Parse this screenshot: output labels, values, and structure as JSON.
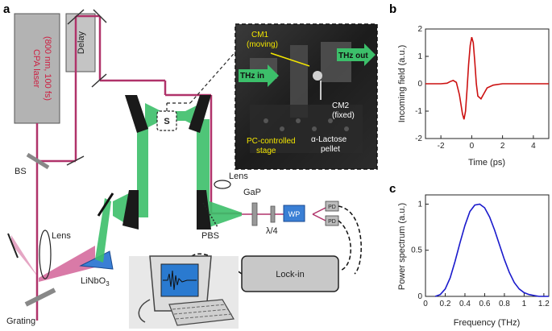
{
  "panel_a": {
    "letter": "a",
    "laser": "CPA laser",
    "laser_spec": "(800 nm, 100 fs)",
    "delay": "Delay",
    "bs": "BS",
    "lens_left": "Lens",
    "grating": "Grating",
    "crystal_base": "LiNbO",
    "crystal_sub": "3",
    "sample": "S",
    "lens_right": "Lens",
    "gap": "GaP",
    "pbs": "PBS",
    "quarter_wave": "λ/4",
    "wp": "WP",
    "pd1": "PD",
    "pd2": "PD",
    "lockin": "Lock-in",
    "photo": {
      "cm1": "CM1",
      "cm1_sub": "(moving)",
      "thz_in": "THz in",
      "thz_out": "THz out",
      "cm2": "CM2",
      "cm2_sub": "(fixed)",
      "stage": "PC-controlled",
      "stage2": "stage",
      "lactose": "α-Lactose",
      "lactose2": "pellet"
    }
  },
  "colors": {
    "laser_beam": "#b0336a",
    "thz_beam": "#3cbf6a",
    "red_curve": "#cc1111",
    "blue_curve": "#1a1acc",
    "yellow_label": "#f3e600",
    "wp_fill": "#3a7fd5"
  },
  "chart_data": [
    {
      "panel": "b",
      "type": "line",
      "xlabel": "Time (ps)",
      "ylabel": "Incoming field (a.u.)",
      "xlim": [
        -3,
        5
      ],
      "ylim": [
        -2,
        2
      ],
      "xticks": [
        -2,
        0,
        2,
        4
      ],
      "yticks": [
        -2,
        -1,
        0,
        1,
        2
      ],
      "series": [
        {
          "x": [
            -3,
            -2,
            -1.6,
            -1.4,
            -1.2,
            -1.0,
            -0.8,
            -0.6,
            -0.5,
            -0.4,
            -0.3,
            -0.2,
            -0.1,
            0.0,
            0.1,
            0.2,
            0.3,
            0.4,
            0.6,
            0.8,
            1.0,
            1.4,
            2.0,
            3.0,
            4.0,
            5.0
          ],
          "y": [
            0,
            0,
            0.02,
            0.08,
            0.12,
            0.05,
            -0.4,
            -1.1,
            -1.3,
            -1.0,
            -0.2,
            0.7,
            1.4,
            1.7,
            1.5,
            0.8,
            0.0,
            -0.45,
            -0.55,
            -0.35,
            -0.15,
            -0.05,
            0,
            0,
            0,
            0
          ]
        }
      ]
    },
    {
      "panel": "c",
      "type": "line",
      "xlabel": "Frequency (THz)",
      "ylabel": "Power spectrum (a.u.)",
      "xlim": [
        0,
        1.25
      ],
      "ylim": [
        0,
        1.1
      ],
      "xticks": [
        0,
        0.2,
        0.4,
        0.6,
        0.8,
        1,
        1.2
      ],
      "yticks": [
        0,
        0.5,
        1
      ],
      "series": [
        {
          "x": [
            0.1,
            0.15,
            0.2,
            0.25,
            0.3,
            0.35,
            0.4,
            0.45,
            0.5,
            0.55,
            0.6,
            0.65,
            0.7,
            0.75,
            0.8,
            0.85,
            0.9,
            0.95,
            1.0,
            1.05,
            1.1,
            1.15,
            1.2,
            1.25
          ],
          "y": [
            0.0,
            0.02,
            0.08,
            0.2,
            0.38,
            0.58,
            0.77,
            0.92,
            0.99,
            1.0,
            0.96,
            0.86,
            0.72,
            0.56,
            0.4,
            0.26,
            0.15,
            0.08,
            0.04,
            0.02,
            0.01,
            0.0,
            0.0,
            0.0
          ]
        }
      ]
    }
  ]
}
